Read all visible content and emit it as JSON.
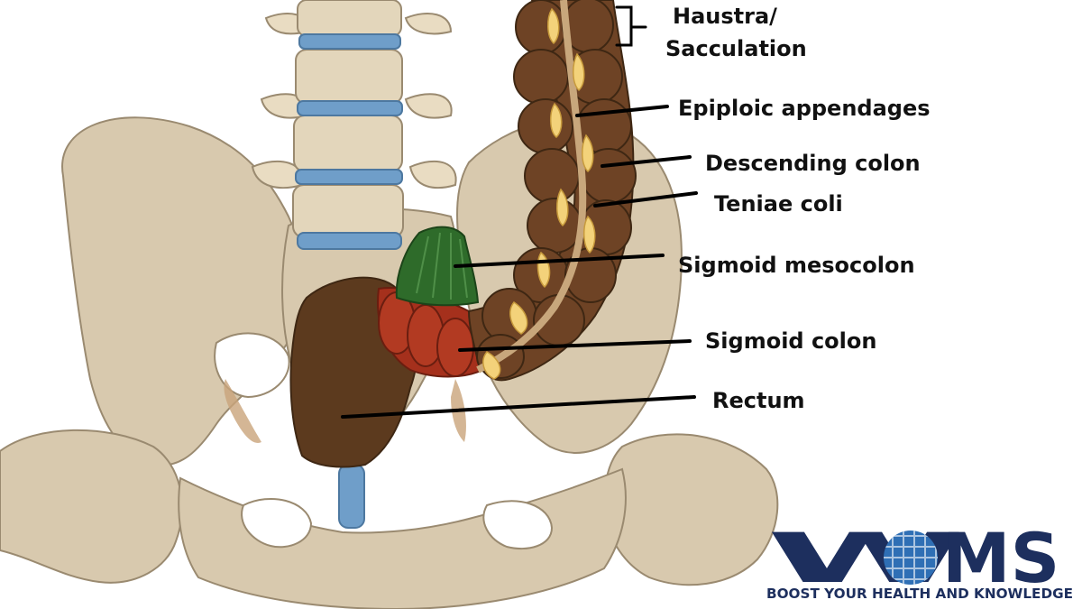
{
  "colors": {
    "bone": "#d8c9ae",
    "bone_shadow": "#b8a68a",
    "disc": "#6f9ec9",
    "colon_dark": "#5e3a21",
    "colon_mid": "#7a4a29",
    "fat": "#f3d27a",
    "mesocolon": "#2e6b2a",
    "sigmoid": "#a5301c",
    "rectum": "#5c3a1e",
    "teniae": "#c8a77c",
    "logo_navy": "#1d2f5e",
    "logo_blue": "#2f6fb5"
  },
  "labels": {
    "haustra_line1": "Haustra/",
    "haustra_line2": "Sacculation",
    "epiploic": "Epiploic appendages",
    "descending": "Descending colon",
    "teniae": "Teniae coli",
    "mesocolon": "Sigmoid mesocolon",
    "sigmoid": "Sigmoid colon",
    "rectum": "Rectum"
  },
  "logo": {
    "letters": "WOMS",
    "tagline": "BOOST YOUR HEALTH AND KNOWLEDGE"
  }
}
